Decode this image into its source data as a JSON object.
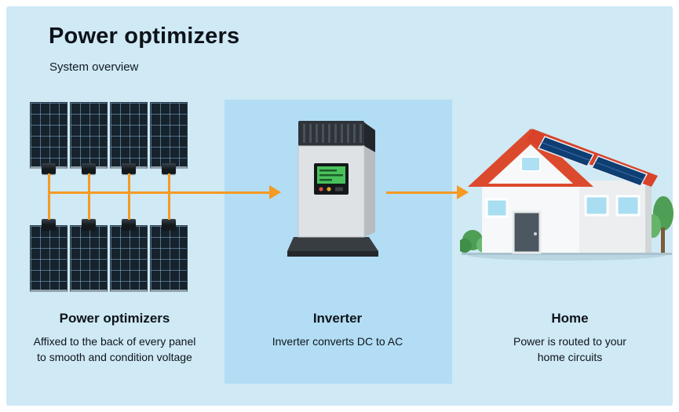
{
  "title": "Power optimizers",
  "subtitle": "System overview",
  "captions": {
    "optimizers": {
      "label": "Power optimizers",
      "description": "Affixed to the back of every panel to smooth and condition voltage"
    },
    "inverter": {
      "label": "Inverter",
      "description": "Inverter converts DC to AC"
    },
    "home": {
      "label": "Home",
      "description": "Power is routed to your home circuits"
    }
  },
  "diagram": {
    "panel_rows": 2,
    "panels_per_row": 4,
    "flow": [
      "Power optimizers",
      "Inverter",
      "Home"
    ]
  },
  "colors": {
    "background": "#cfe9f5",
    "inverter_band": "#b2ddf4",
    "wire_orange": "#f59a23",
    "panel_navy": "#16222c",
    "roof_red": "#dc4a2d",
    "text_dark": "#0e141a"
  }
}
